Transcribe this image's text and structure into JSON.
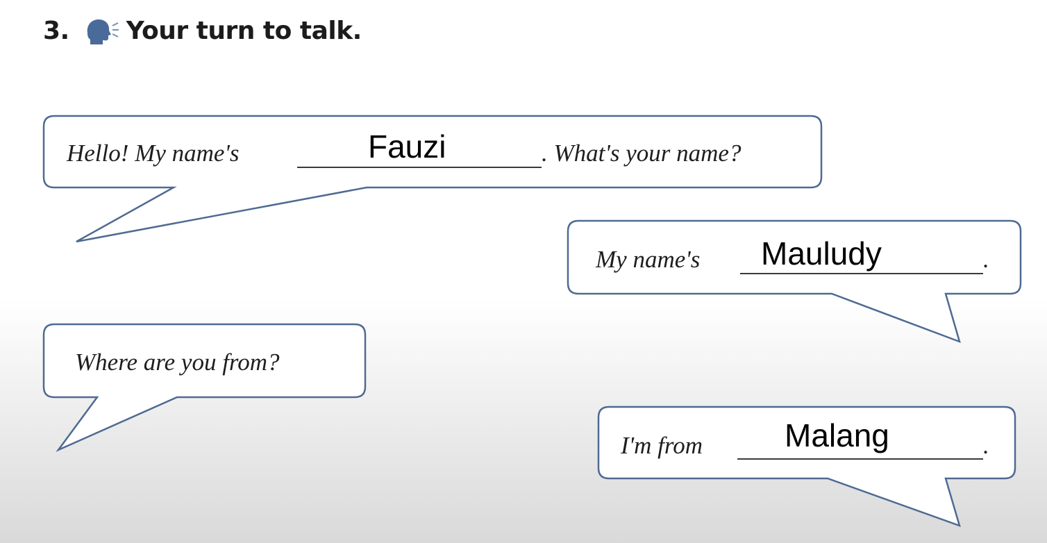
{
  "exercise": {
    "number": "3.",
    "title": "Your turn to talk.",
    "icon": "speaking-head-icon"
  },
  "bubbles": [
    {
      "before_blank": "Hello! My name's",
      "answer": "Fauzi",
      "after_blank": ". What's your name?"
    },
    {
      "before_blank": "My name's",
      "answer": "Mauludy",
      "after_blank": "."
    },
    {
      "text": "Where are you from?"
    },
    {
      "before_blank": "I'm from",
      "answer": "Malang",
      "after_blank": "."
    }
  ],
  "colors": {
    "bubble_border": "#4f6a92",
    "text": "#1e1e1e"
  }
}
